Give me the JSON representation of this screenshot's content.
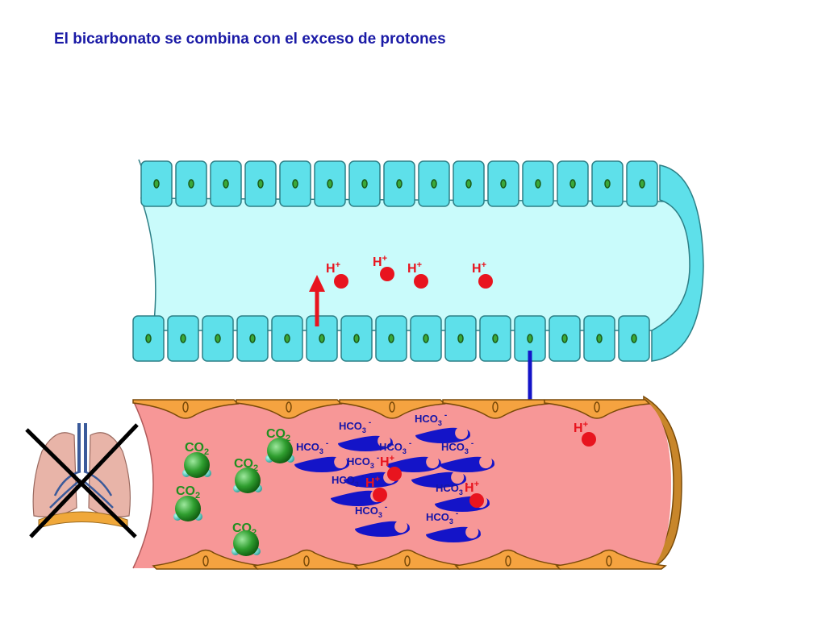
{
  "title": "El bicarbonato se combina con el exceso de protones",
  "labels": {
    "h_plus": "H",
    "h_plus_sup": "+",
    "co2": "CO",
    "co2_sub": "2",
    "hco3": "HCO",
    "hco3_sub": "3",
    "hco3_sup": "-",
    "cell_nucleus": "0"
  },
  "colors": {
    "title": "#1a1aa6",
    "epithelial_cell": "#5ee0ea",
    "tubule_lumen": "#c9fbfb",
    "blood_plasma": "#f79797",
    "endothelial_cell": "#f5a340",
    "proton": "#e8141e",
    "bicarbonate": "#1414c8",
    "co2_molecule": "#1f8f1f",
    "secretion_arrow": "#e8141e",
    "reabsorption_arrow": "#1414c8"
  },
  "icons": {
    "lungs": "lungs-icon",
    "cross": "cross-out-icon"
  }
}
